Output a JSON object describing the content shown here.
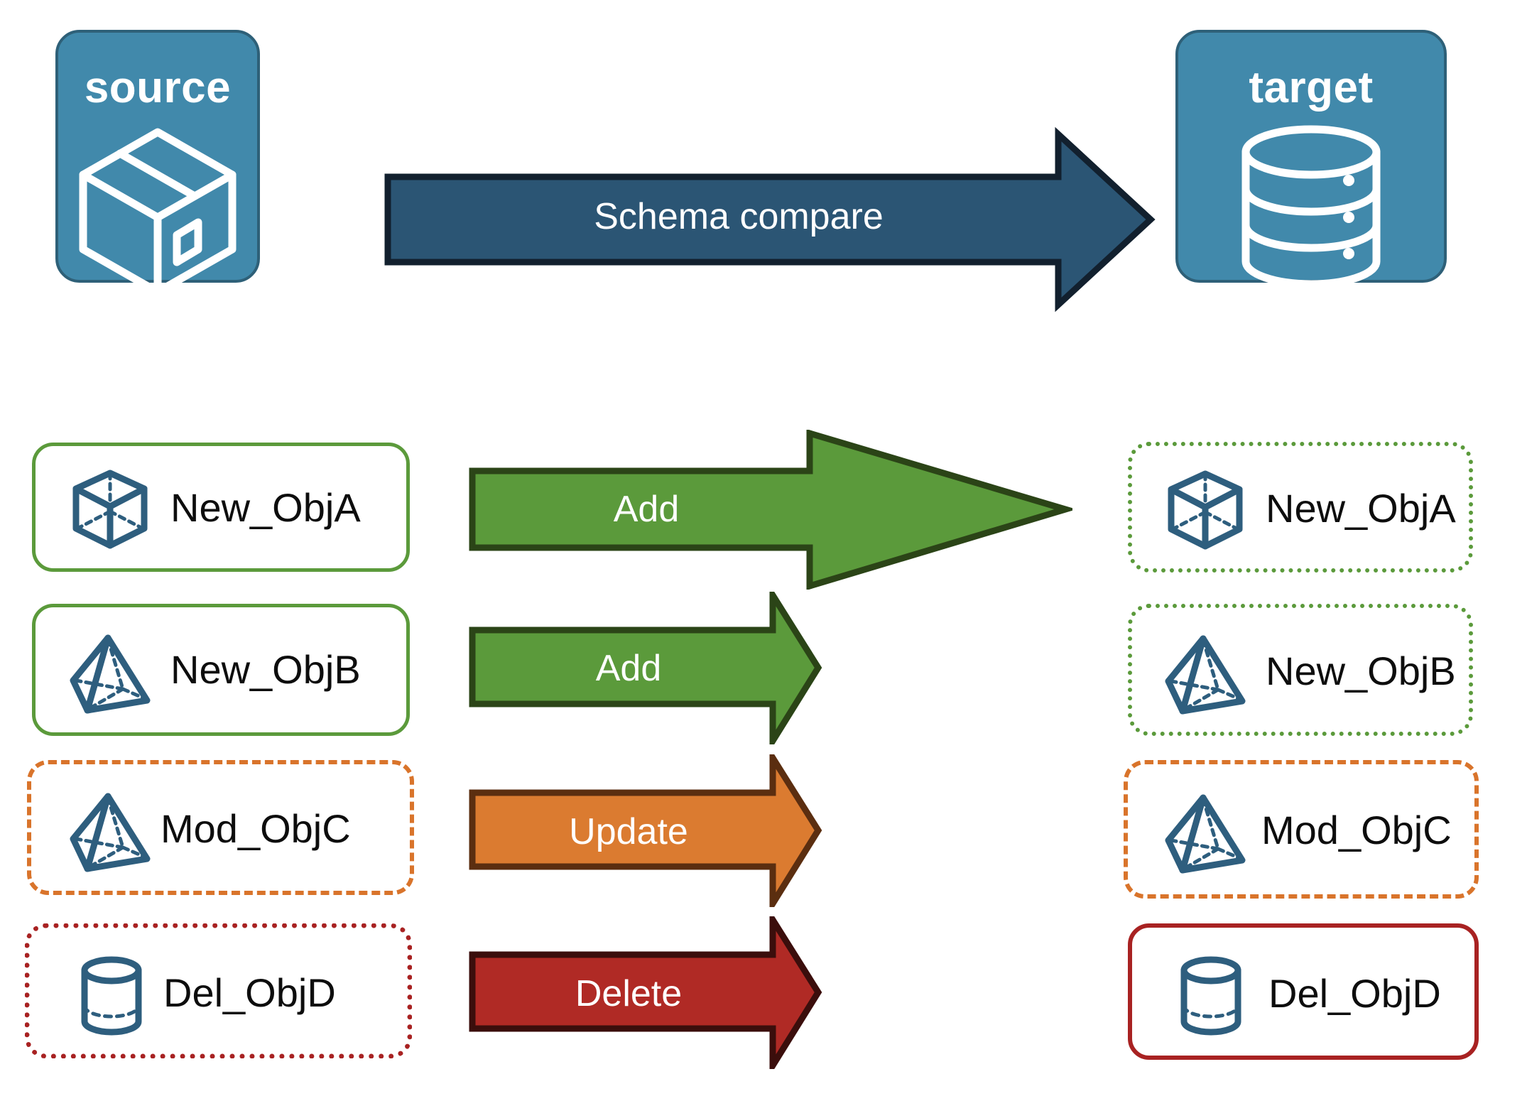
{
  "diagram": {
    "title": "Schema compare between source and target",
    "endpoints": [
      {
        "id": "source",
        "label": "source",
        "icon": "package-box-icon",
        "fill": "#4189AB",
        "stroke": "#2E6078"
      },
      {
        "id": "target",
        "label": "target",
        "icon": "database-cylinder-icon",
        "fill": "#4189AB",
        "stroke": "#2E6078"
      }
    ],
    "main_arrow": {
      "label": "Schema compare",
      "fill": "#2B5574",
      "stroke": "#12202E",
      "direction": "right"
    },
    "rows": [
      {
        "action": "Add",
        "arrow_fill": "#5B9A3B",
        "arrow_stroke": "#2B4417",
        "source": {
          "label": "New_ObjA",
          "icon": "cube-outline-icon",
          "border_style": "solid",
          "border_color": "#5B9A3B"
        },
        "target": {
          "label": "New_ObjA",
          "icon": "cube-outline-icon",
          "border_style": "dotted",
          "border_color": "#5B9A3B"
        }
      },
      {
        "action": "Add",
        "arrow_fill": "#5B9A3B",
        "arrow_stroke": "#2B4417",
        "source": {
          "label": "New_ObjB",
          "icon": "pyramid-outline-icon",
          "border_style": "solid",
          "border_color": "#5B9A3B"
        },
        "target": {
          "label": "New_ObjB",
          "icon": "pyramid-outline-icon",
          "border_style": "dotted",
          "border_color": "#5B9A3B"
        }
      },
      {
        "action": "Update",
        "arrow_fill": "#DB7B30",
        "arrow_stroke": "#5B2E10",
        "source": {
          "label": "Mod_ObjC",
          "icon": "pyramid-outline-icon",
          "border_style": "dashed",
          "border_color": "#D9742B"
        },
        "target": {
          "label": "Mod_ObjC",
          "icon": "pyramid-outline-icon",
          "border_style": "dashed",
          "border_color": "#D9742B"
        }
      },
      {
        "action": "Delete",
        "arrow_fill": "#B02A25",
        "arrow_stroke": "#3B0E0C",
        "source": {
          "label": "Del_ObjD",
          "icon": "cylinder-outline-icon",
          "border_style": "dotted",
          "border_color": "#A82222"
        },
        "target": {
          "label": "Del_ObjD",
          "icon": "cylinder-outline-icon",
          "border_style": "solid",
          "border_color": "#A82222"
        }
      }
    ],
    "colors": {
      "endpoint_fill": "#4189AB",
      "endpoint_stroke": "#2E6078",
      "icon_blue": "#2E5E7E",
      "add_green": "#5B9A3B",
      "update_orange": "#DB7B30",
      "delete_red": "#B02A25",
      "background": "#FFFFFF",
      "text_dark": "#0D0D0D",
      "text_light": "#FFFFFF"
    }
  }
}
